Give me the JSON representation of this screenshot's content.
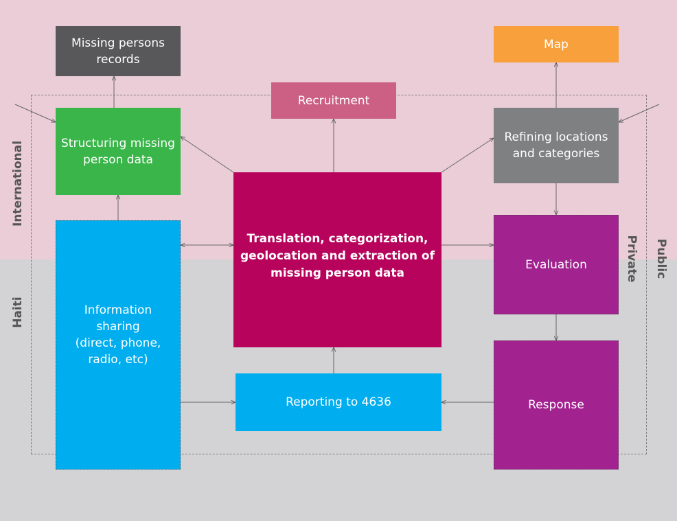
{
  "colors": {
    "international_bg": "#eacdd6",
    "haiti_bg": "#d3d3d5",
    "dark_gray": "#58585a",
    "orange": "#f7a03c",
    "rose": "#cc5f84",
    "green": "#3ab54a",
    "gray": "#7f8082",
    "crimson": "#b7035c",
    "cyan": "#00aeef",
    "purple": "#a2228f"
  },
  "regions": {
    "international": "International",
    "haiti": "Haiti",
    "private": "Private",
    "public": "Public"
  },
  "nodes": {
    "missing_records": "Missing persons\nrecords",
    "map": "Map",
    "recruitment": "Recruitment",
    "structuring": "Structuring missing\nperson data",
    "refining": "Refining locations\nand categories",
    "translation": "Translation, categorization,\ngeolocation and extraction of\nmissing person data",
    "evaluation": "Evaluation",
    "info_sharing": "Information\nsharing\n(direct, phone,\nradio, etc)",
    "reporting": "Reporting to 4636",
    "response": "Response"
  }
}
